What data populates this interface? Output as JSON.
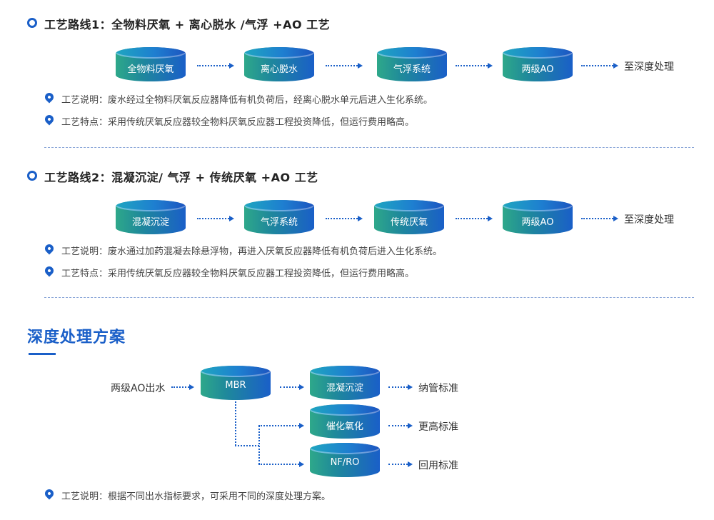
{
  "route1": {
    "title": "工艺路线1：全物料厌氧 + 离心脱水 /气浮 +AO 工艺",
    "steps": [
      "全物料厌氧",
      "离心脱水",
      "气浮系统",
      "两级AO"
    ],
    "end": "至深度处理",
    "desc": "工艺说明：废水经过全物料厌氧反应器降低有机负荷后，经离心脱水单元后进入生化系统。",
    "feature": "工艺特点：采用传统厌氧反应器较全物料厌氧反应器工程投资降低，但运行费用略高。"
  },
  "route2": {
    "title": "工艺路线2：混凝沉淀/ 气浮 + 传统厌氧 +AO 工艺",
    "steps": [
      "混凝沉淀",
      "气浮系统",
      "传统厌氧",
      "两级AO"
    ],
    "end": "至深度处理",
    "desc": "工艺说明：废水通过加药混凝去除悬浮物，再进入厌氧反应器降低有机负荷后进入生化系统。",
    "feature": "工艺特点：采用传统厌氧反应器较全物料厌氧反应器工程投资降低，但运行费用略高。"
  },
  "advanced": {
    "heading": "深度处理方案",
    "input": "两级AO出水",
    "hub": "MBR",
    "branches": [
      {
        "unit": "混凝沉淀",
        "standard": "纳管标准"
      },
      {
        "unit": "催化氧化",
        "standard": "更高标准"
      },
      {
        "unit": "NF/RO",
        "standard": "回用标准"
      }
    ],
    "desc": "工艺说明：根据不同出水指标要求，可采用不同的深度处理方案。"
  },
  "colors": {
    "accent": "#1a5fc8",
    "drum_green": "#2ea88a"
  }
}
